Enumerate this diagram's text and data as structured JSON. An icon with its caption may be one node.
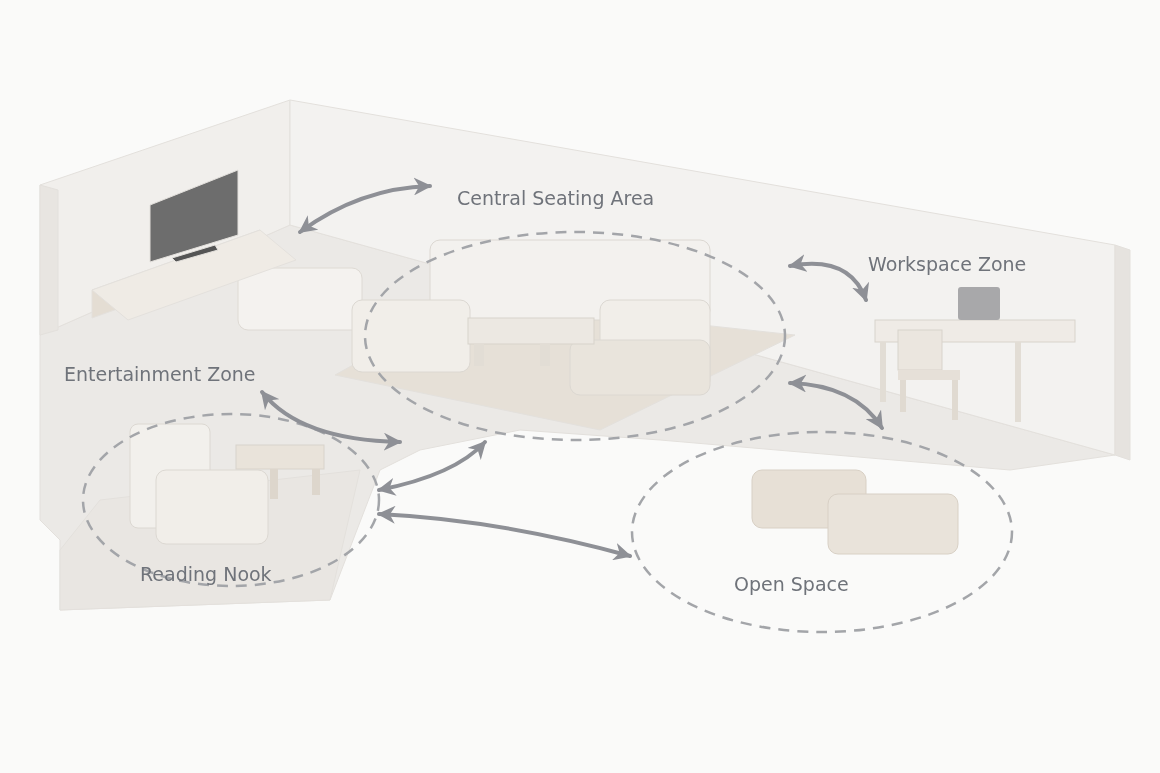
{
  "diagram": {
    "nodes": [
      {
        "text": [
          "Central Seating Area"
        ]
      },
      {
        "text": [
          "Workspace Zone"
        ]
      },
      {
        "text": [
          "Entertainment Zone"
        ]
      },
      {
        "text": [
          "Reading Nook"
        ]
      },
      {
        "text": [
          "Open Space"
        ]
      }
    ],
    "edges": [
      {
        "from": 2,
        "to": 0,
        "arrow": "both"
      },
      {
        "from": 0,
        "to": 1,
        "arrow": "both"
      },
      {
        "from": 2,
        "to": 0,
        "arrow": "both"
      },
      {
        "from": 3,
        "to": 0,
        "arrow": "both"
      },
      {
        "from": 3,
        "to": 4,
        "arrow": "both"
      },
      {
        "from": 0,
        "to": 4,
        "arrow": "both"
      }
    ]
  }
}
